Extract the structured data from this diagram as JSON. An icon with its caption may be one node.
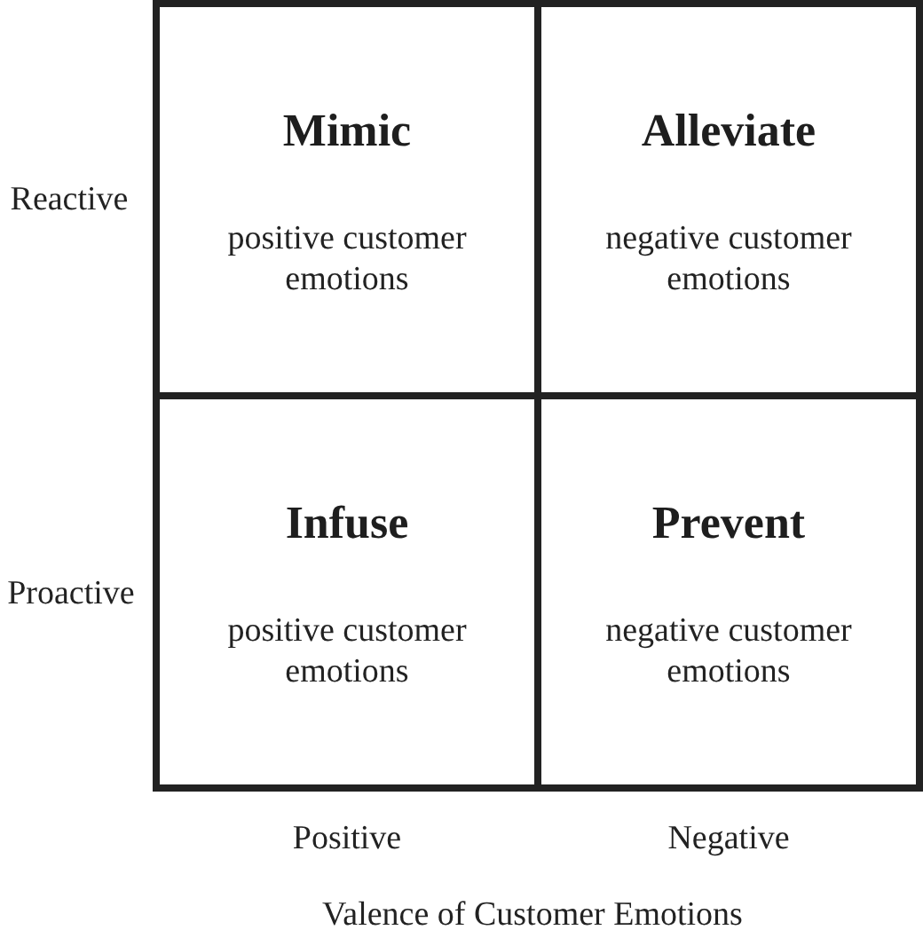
{
  "diagram": {
    "nodes": [
      {
        "text": [
          "Mimic",
          "positive customer emotions"
        ]
      },
      {
        "text": [
          "Alleviate",
          "negative customer emotions"
        ]
      },
      {
        "text": [
          "Infuse",
          "positive customer emotions"
        ]
      },
      {
        "text": [
          "Prevent",
          "negative customer emotions"
        ]
      }
    ],
    "labels": [
      "Reactive",
      "Proactive",
      "Positive",
      "Negative",
      "Valence of Customer Emotions"
    ]
  }
}
